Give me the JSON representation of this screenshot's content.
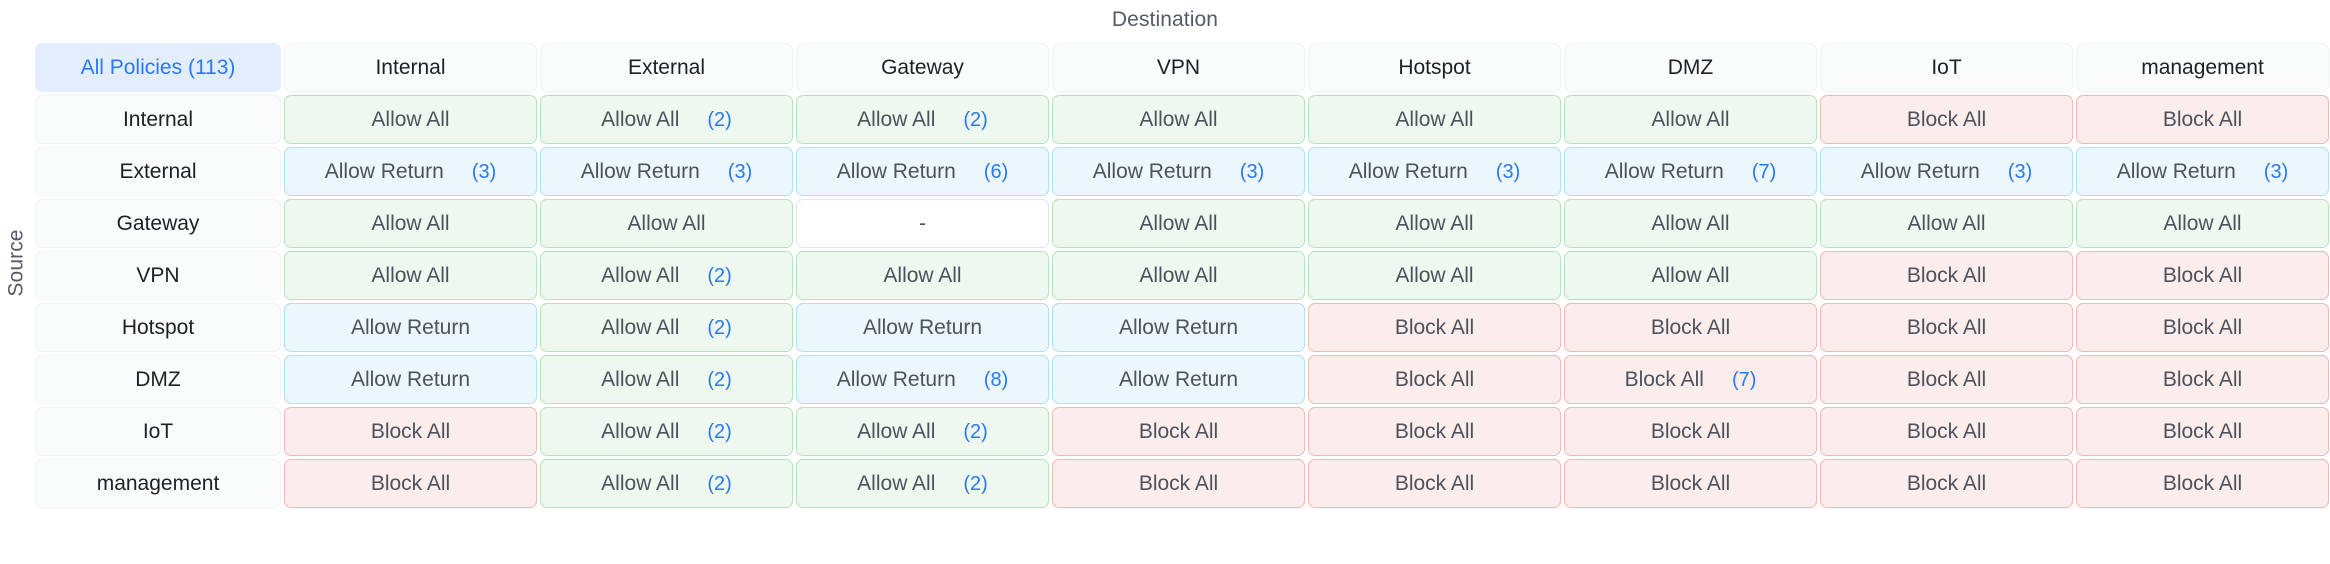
{
  "axis": {
    "destination_label": "Destination",
    "source_label": "Source"
  },
  "corner": {
    "label": "All Policies (113)",
    "count": 113
  },
  "colors": {
    "accent_blue": "#2979f5",
    "corner_bg": "#e3edfd",
    "allow_all_bg": "#eef8ef",
    "allow_all_border": "#b6e3bd",
    "allow_return_bg": "#ebf6fd",
    "allow_return_border": "#b4dff5",
    "block_all_bg": "#fbedec",
    "block_all_border": "#efb9b6",
    "none_bg": "#ffffff",
    "none_border": "#e4e6ea",
    "head_bg": "#fafbfb",
    "text": "#4d535c"
  },
  "columns": [
    "Internal",
    "External",
    "Gateway",
    "VPN",
    "Hotspot",
    "DMZ",
    "IoT",
    "management"
  ],
  "rows": [
    {
      "label": "Internal",
      "cells": [
        {
          "label": "Allow All",
          "type": "allow-all",
          "count": null
        },
        {
          "label": "Allow All",
          "type": "allow-all",
          "count": "(2)"
        },
        {
          "label": "Allow All",
          "type": "allow-all",
          "count": "(2)"
        },
        {
          "label": "Allow All",
          "type": "allow-all",
          "count": null
        },
        {
          "label": "Allow All",
          "type": "allow-all",
          "count": null
        },
        {
          "label": "Allow All",
          "type": "allow-all",
          "count": null
        },
        {
          "label": "Block All",
          "type": "block-all",
          "count": null
        },
        {
          "label": "Block All",
          "type": "block-all",
          "count": null
        }
      ]
    },
    {
      "label": "External",
      "cells": [
        {
          "label": "Allow Return",
          "type": "allow-return",
          "count": "(3)"
        },
        {
          "label": "Allow Return",
          "type": "allow-return",
          "count": "(3)"
        },
        {
          "label": "Allow Return",
          "type": "allow-return",
          "count": "(6)"
        },
        {
          "label": "Allow Return",
          "type": "allow-return",
          "count": "(3)"
        },
        {
          "label": "Allow Return",
          "type": "allow-return",
          "count": "(3)"
        },
        {
          "label": "Allow Return",
          "type": "allow-return",
          "count": "(7)"
        },
        {
          "label": "Allow Return",
          "type": "allow-return",
          "count": "(3)"
        },
        {
          "label": "Allow Return",
          "type": "allow-return",
          "count": "(3)"
        }
      ]
    },
    {
      "label": "Gateway",
      "cells": [
        {
          "label": "Allow All",
          "type": "allow-all",
          "count": null
        },
        {
          "label": "Allow All",
          "type": "allow-all",
          "count": null
        },
        {
          "label": "-",
          "type": "none",
          "count": null
        },
        {
          "label": "Allow All",
          "type": "allow-all",
          "count": null
        },
        {
          "label": "Allow All",
          "type": "allow-all",
          "count": null
        },
        {
          "label": "Allow All",
          "type": "allow-all",
          "count": null
        },
        {
          "label": "Allow All",
          "type": "allow-all",
          "count": null
        },
        {
          "label": "Allow All",
          "type": "allow-all",
          "count": null
        }
      ]
    },
    {
      "label": "VPN",
      "cells": [
        {
          "label": "Allow All",
          "type": "allow-all",
          "count": null
        },
        {
          "label": "Allow All",
          "type": "allow-all",
          "count": "(2)"
        },
        {
          "label": "Allow All",
          "type": "allow-all",
          "count": null
        },
        {
          "label": "Allow All",
          "type": "allow-all",
          "count": null
        },
        {
          "label": "Allow All",
          "type": "allow-all",
          "count": null
        },
        {
          "label": "Allow All",
          "type": "allow-all",
          "count": null
        },
        {
          "label": "Block All",
          "type": "block-all",
          "count": null
        },
        {
          "label": "Block All",
          "type": "block-all",
          "count": null
        }
      ]
    },
    {
      "label": "Hotspot",
      "cells": [
        {
          "label": "Allow Return",
          "type": "allow-return",
          "count": null
        },
        {
          "label": "Allow All",
          "type": "allow-all",
          "count": "(2)"
        },
        {
          "label": "Allow Return",
          "type": "allow-return",
          "count": null
        },
        {
          "label": "Allow Return",
          "type": "allow-return",
          "count": null
        },
        {
          "label": "Block All",
          "type": "block-all",
          "count": null
        },
        {
          "label": "Block All",
          "type": "block-all",
          "count": null
        },
        {
          "label": "Block All",
          "type": "block-all",
          "count": null
        },
        {
          "label": "Block All",
          "type": "block-all",
          "count": null
        }
      ]
    },
    {
      "label": "DMZ",
      "cells": [
        {
          "label": "Allow Return",
          "type": "allow-return",
          "count": null
        },
        {
          "label": "Allow All",
          "type": "allow-all",
          "count": "(2)"
        },
        {
          "label": "Allow Return",
          "type": "allow-return",
          "count": "(8)"
        },
        {
          "label": "Allow Return",
          "type": "allow-return",
          "count": null
        },
        {
          "label": "Block All",
          "type": "block-all",
          "count": null
        },
        {
          "label": "Block All",
          "type": "block-all",
          "count": "(7)"
        },
        {
          "label": "Block All",
          "type": "block-all",
          "count": null
        },
        {
          "label": "Block All",
          "type": "block-all",
          "count": null
        }
      ]
    },
    {
      "label": "IoT",
      "cells": [
        {
          "label": "Block All",
          "type": "block-all",
          "count": null
        },
        {
          "label": "Allow All",
          "type": "allow-all",
          "count": "(2)"
        },
        {
          "label": "Allow All",
          "type": "allow-all",
          "count": "(2)"
        },
        {
          "label": "Block All",
          "type": "block-all",
          "count": null
        },
        {
          "label": "Block All",
          "type": "block-all",
          "count": null
        },
        {
          "label": "Block All",
          "type": "block-all",
          "count": null
        },
        {
          "label": "Block All",
          "type": "block-all",
          "count": null
        },
        {
          "label": "Block All",
          "type": "block-all",
          "count": null
        }
      ]
    },
    {
      "label": "management",
      "cells": [
        {
          "label": "Block All",
          "type": "block-all",
          "count": null
        },
        {
          "label": "Allow All",
          "type": "allow-all",
          "count": "(2)"
        },
        {
          "label": "Allow All",
          "type": "allow-all",
          "count": "(2)"
        },
        {
          "label": "Block All",
          "type": "block-all",
          "count": null
        },
        {
          "label": "Block All",
          "type": "block-all",
          "count": null
        },
        {
          "label": "Block All",
          "type": "block-all",
          "count": null
        },
        {
          "label": "Block All",
          "type": "block-all",
          "count": null
        },
        {
          "label": "Block All",
          "type": "block-all",
          "count": null
        }
      ]
    }
  ]
}
